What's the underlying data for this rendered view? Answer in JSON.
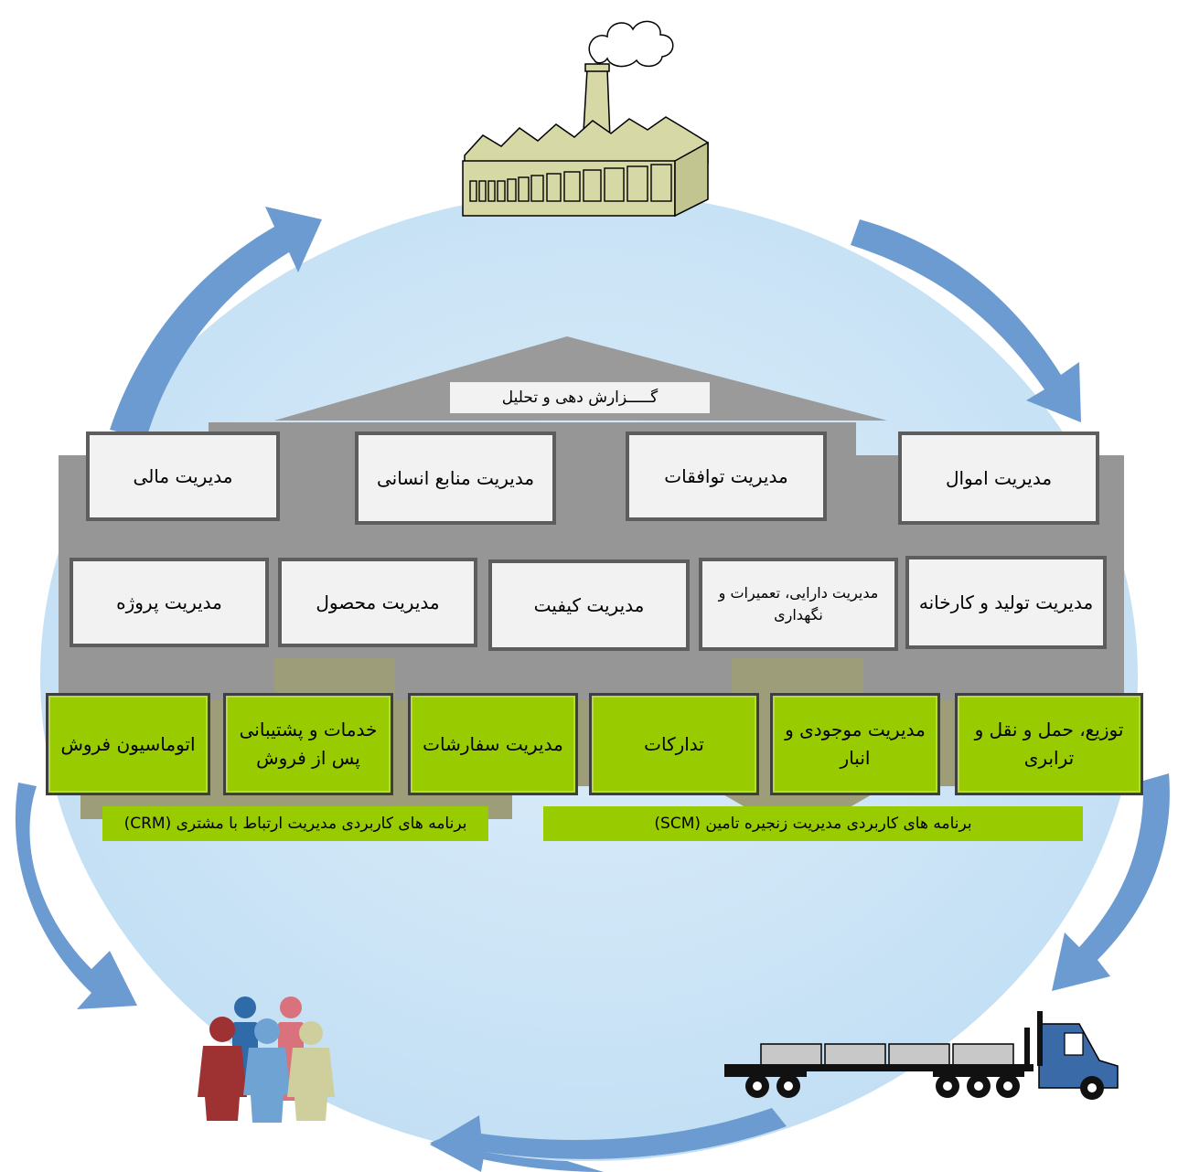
{
  "reporting_label": "گـــــزارش دهی و تحلیل",
  "row1": [
    "مدیریت مالی",
    "مدیریت منابع انسانی",
    "مدیریت توافقات",
    "مدیریت اموال"
  ],
  "row2": [
    "مدیریت پروژه",
    "مدیریت محصول",
    "مدیریت کیفیت",
    "مدیریت دارایی، تعمیرات و نگهداری",
    "مدیریت تولید و کارخانه"
  ],
  "row3": [
    "اتوماسیون فروش",
    "خدمات و پشتیبانی پس از فروش",
    "مدیریت سفارشات",
    "تدارکات",
    "مدیریت موجودی و انبار",
    "توزیع، حمل و نقل و ترابری"
  ],
  "apps": {
    "crm": "برنامه های کاربردی مدیریت ارتباط با مشتری (CRM)",
    "scm": "برنامه های کاربردی مدیریت زنجیره تامین (SCM)"
  },
  "colors": {
    "circle_fill": "#cfe6f7",
    "cycle_arrow": "#6b9bd1",
    "platform_gray": "#969696",
    "module_green": "#99cc00",
    "down_arrow": "#9d9d79",
    "factory": "#d6d9a6",
    "truck_cab": "#3a6aa8"
  },
  "icons": [
    "factory-icon",
    "people-icon",
    "truck-icon",
    "cycle-arrow-icon"
  ]
}
